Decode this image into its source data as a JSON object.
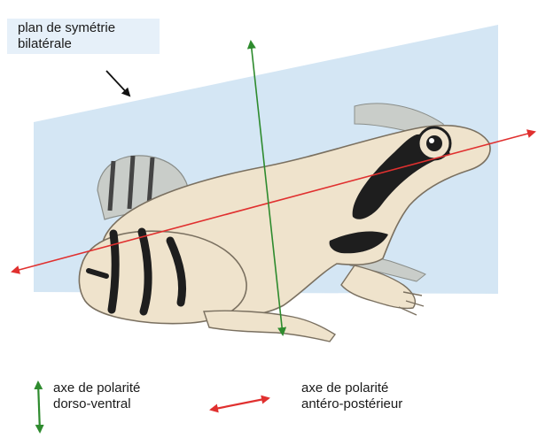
{
  "labels": {
    "plane_line1": "plan de symétrie",
    "plane_line2": "bilatérale"
  },
  "legend": {
    "dorso_ventral_line1": "axe de polarité",
    "dorso_ventral_line2": "dorso-ventral",
    "antero_posterior_line1": "axe de polarité",
    "antero_posterior_line2": "antéro-postérieur"
  },
  "colors": {
    "plane": "#cfe3f3",
    "frog_body": "#efe3cc",
    "frog_outline": "#7a7060",
    "frog_stripes": "#1e1e1e",
    "far_side": "#c9cdc9",
    "dorso_ventral_axis": "#2e8b2e",
    "antero_posterior_axis": "#e0302f"
  }
}
